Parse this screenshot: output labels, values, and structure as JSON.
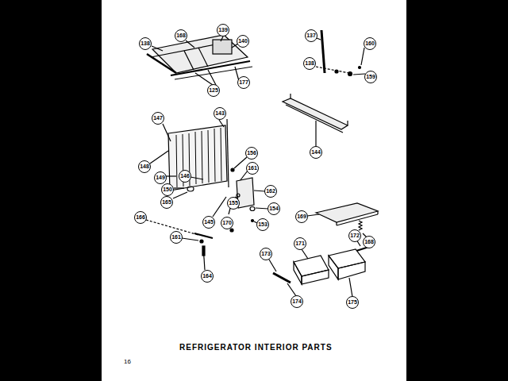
{
  "diagram": {
    "title": "REFRIGERATOR INTERIOR PARTS",
    "labels": [
      "138",
      "168",
      "139",
      "140",
      "177",
      "125",
      "137",
      "160",
      "138",
      "159",
      "144",
      "147",
      "143",
      "148",
      "149",
      "150",
      "165",
      "146",
      "156",
      "161",
      "162",
      "155",
      "154",
      "170",
      "145",
      "153",
      "166",
      "161",
      "164",
      "169",
      "172",
      "168",
      "171",
      "173",
      "174",
      "175",
      "16"
    ]
  }
}
